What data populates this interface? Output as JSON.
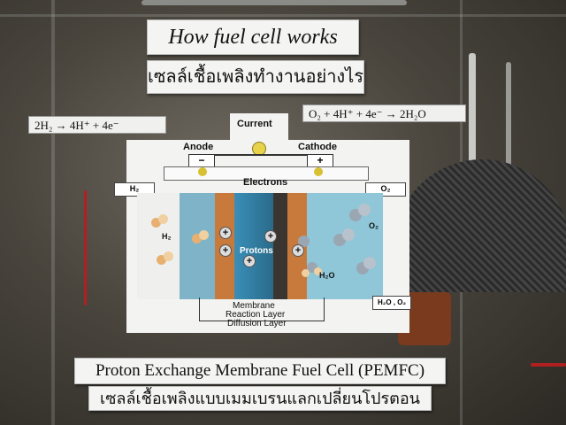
{
  "title_en": "How fuel cell works",
  "title_th": "เซลล์เชื้อเพลิงทำงานอย่างไร",
  "anode_eq": "2H₂ → 4H⁺ + 4e⁻",
  "cathode_eq": "O₂ + 4H⁺ + 4e⁻ → 2H₂O",
  "diagram": {
    "current": "Current",
    "anode": "Anode",
    "cathode": "Cathode",
    "anode_sign": "−",
    "cathode_sign": "+",
    "electrons": "Electrons",
    "protons": "Protons",
    "h2_in": "H₂",
    "h2_small": "H₂",
    "o2_in": "O₂",
    "o2_small": "O₂",
    "h2o_small": "H₂O",
    "outlet": "H₂O , O₂",
    "membrane": "Membrane",
    "reaction_layer": "Reaction Layer",
    "diffusion_layer": "Diffusion Layer",
    "plus": "+",
    "minus": "−"
  },
  "bottom_en": "Proton Exchange Membrane Fuel Cell (PEMFC)",
  "bottom_th": "เซลล์เชื้อเพลิงแบบเมมเบรนแลกเปลี่ยนโปรตอน"
}
